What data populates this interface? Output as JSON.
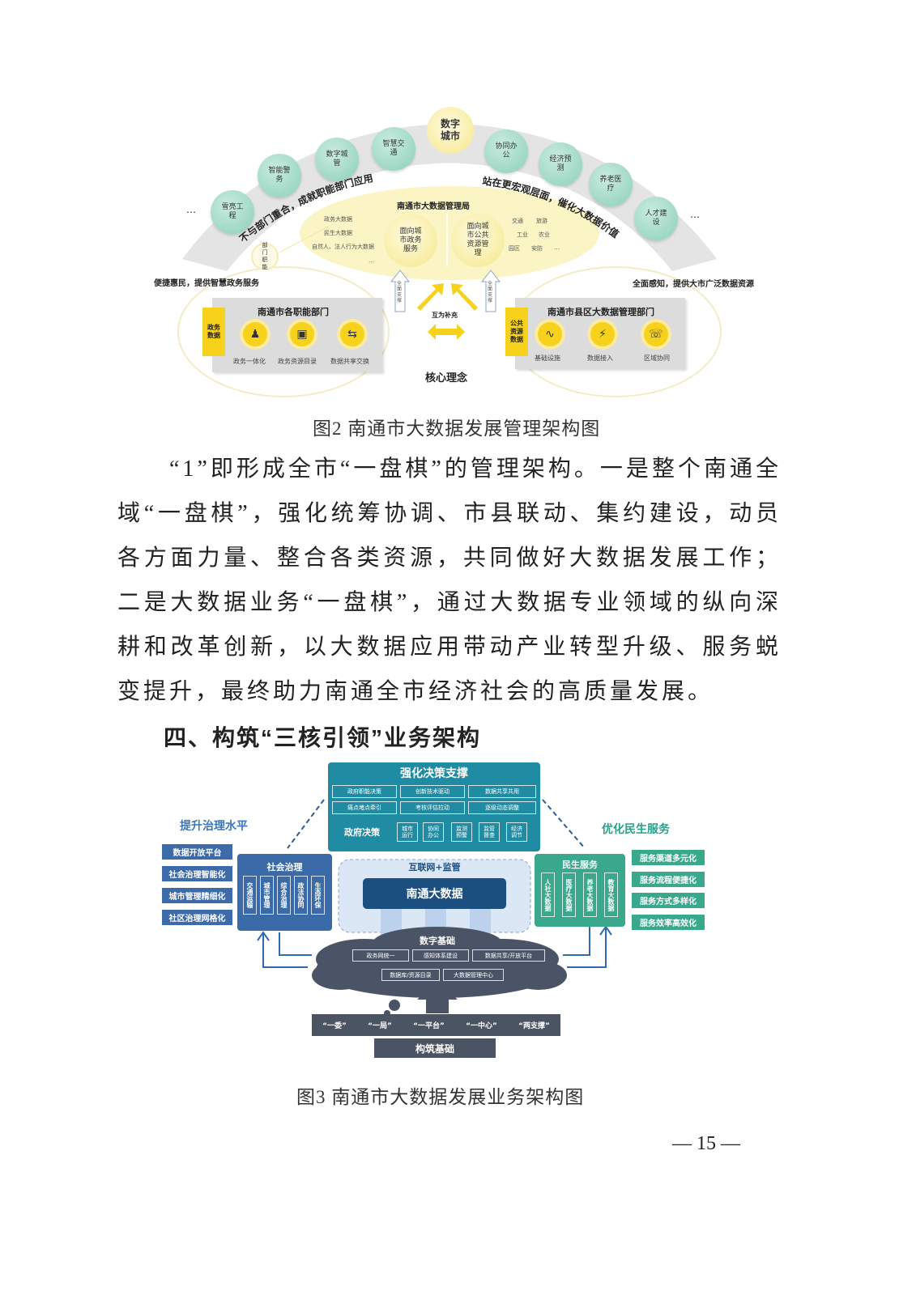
{
  "figure2": {
    "top_bubble": "数字城市",
    "bubbles": [
      "雪亮工程",
      "智能警务",
      "数字城管",
      "智慧交通",
      "协同办公",
      "经济预测",
      "养老医疗",
      "人才建设"
    ],
    "ellipsis": "…",
    "arc_left": "不与部门重合，成就职能部门应用",
    "arc_right": "站在更宏观层面，催化大数据价值",
    "center_title": "南通市大数据管理局",
    "center_left_circle": "面向城市政务服务",
    "center_right_circle": "面向城市公共资源管理",
    "left_items": [
      "政务大数据",
      "民生大数据",
      "自然人、法人行为大数据",
      "…"
    ],
    "right_items": [
      "交通",
      "旅游",
      "工业",
      "农业",
      "园区",
      "安防",
      "…"
    ],
    "dept_bubble": "部门职能",
    "left_slogan": "便捷惠民，提供智慧政务服务",
    "right_slogan": "全面感知，提供大市广泛数据资源",
    "left_box": {
      "title": "南通市各职能部门",
      "tab": "政务数据",
      "items": [
        "政务一体化",
        "政务资源目录",
        "数据共享交换"
      ]
    },
    "right_box": {
      "title": "南通市县区大数据管理部门",
      "tab": "公共资源数据",
      "items": [
        "基础设施",
        "数据接入",
        "区域协同"
      ]
    },
    "support_label": "全面支撑",
    "mutual": "互为补充",
    "core": "核心理念"
  },
  "caption2": "图2  南通市大数据发展管理架构图",
  "paragraph": "“1”即形成全市“一盘棋”的管理架构。一是整个南通全域“一盘棋”，强化统筹协调、市县联动、集约建设，动员各方面力量、整合各类资源，共同做好大数据发展工作；二是大数据业务“一盘棋”，通过大数据专业领域的纵向深耕和改革创新，以大数据应用带动产业转型升级、服务蜕变提升，最终助力南通全市经济社会的高质量发展。",
  "heading": "四、构筑“三核引领”业务架构",
  "figure3": {
    "top_title": "强化决策支撑",
    "top_row1": [
      "政府职能决策",
      "创新技术驱动",
      "数据共享共用"
    ],
    "top_row2": [
      "痛点堵点牵引",
      "考核评估拉动",
      "逐级动态调整"
    ],
    "gov_label": "政府决策",
    "gov_items": [
      "城市运行",
      "协同办公",
      "监测预警",
      "监管督查",
      "经济调节"
    ],
    "left_heading": "提升治理水平",
    "left_list": [
      "数据开放平台",
      "社会治理智能化",
      "城市管理精细化",
      "社区治理网格化"
    ],
    "social_title": "社会治理",
    "social_items": [
      "交通运输",
      "城市管理",
      "综合治理",
      "政法协同",
      "生态环保"
    ],
    "internet": "互联网+监管",
    "core": "南通大数据",
    "right_heading": "优化民生服务",
    "people_title": "民生服务",
    "people_items": [
      "人社大数据",
      "医疗大数据",
      "养老大数据",
      "教育大数据"
    ],
    "right_list": [
      "服务渠道多元化",
      "服务流程便捷化",
      "服务方式多样化",
      "服务效率高效化"
    ],
    "cloud_title": "数字基础",
    "cloud_row1": [
      "政务网统一",
      "感知体系建设",
      "数据共享/开放平台"
    ],
    "cloud_row2": [
      "数据库/资源目录",
      "大数据管理中心"
    ],
    "base_items": [
      "“一委”",
      "“一局”",
      "“一平台”",
      "“一中心”",
      "“两支撑”"
    ],
    "base_title": "构筑基础"
  },
  "caption3": "图3  南通市大数据发展业务架构图",
  "page_number": "— 15 —",
  "colors": {
    "teal": "#1f8ca3",
    "blue": "#3a6aa8",
    "green": "#3aa88c",
    "yellow": "#f7d21c",
    "slate": "#4a5466"
  }
}
